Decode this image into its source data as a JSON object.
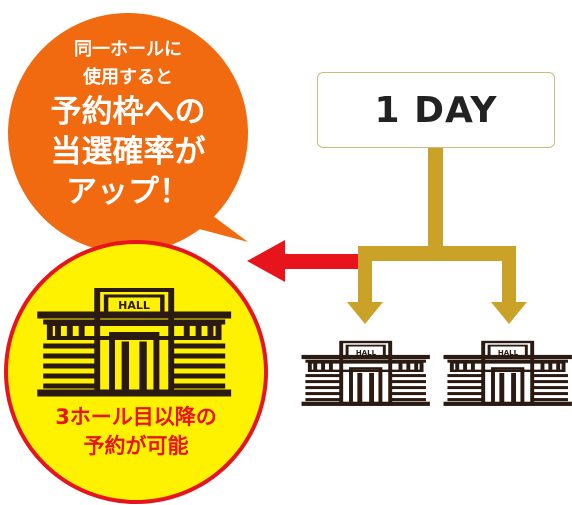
{
  "bubble": {
    "line1": "同一ホールに",
    "line2": "使用すると",
    "line3": "予約枠への",
    "line4": "当選確率が",
    "line5": "アップ！"
  },
  "circle": {
    "line1": "3ホール目以降の",
    "line2": "予約が可能"
  },
  "day_box": {
    "label": "1 DAY"
  },
  "hall_sign": "HALL",
  "colors": {
    "bubble_orange": "#f26a0f",
    "circle_yellow": "#fff200",
    "circle_border": "#e8141c",
    "arrow_gold": "#c9a227",
    "arrow_red": "#e8141c",
    "building": "#2b1a12"
  },
  "icons": [
    "hall-building-icon",
    "speech-bubble"
  ]
}
